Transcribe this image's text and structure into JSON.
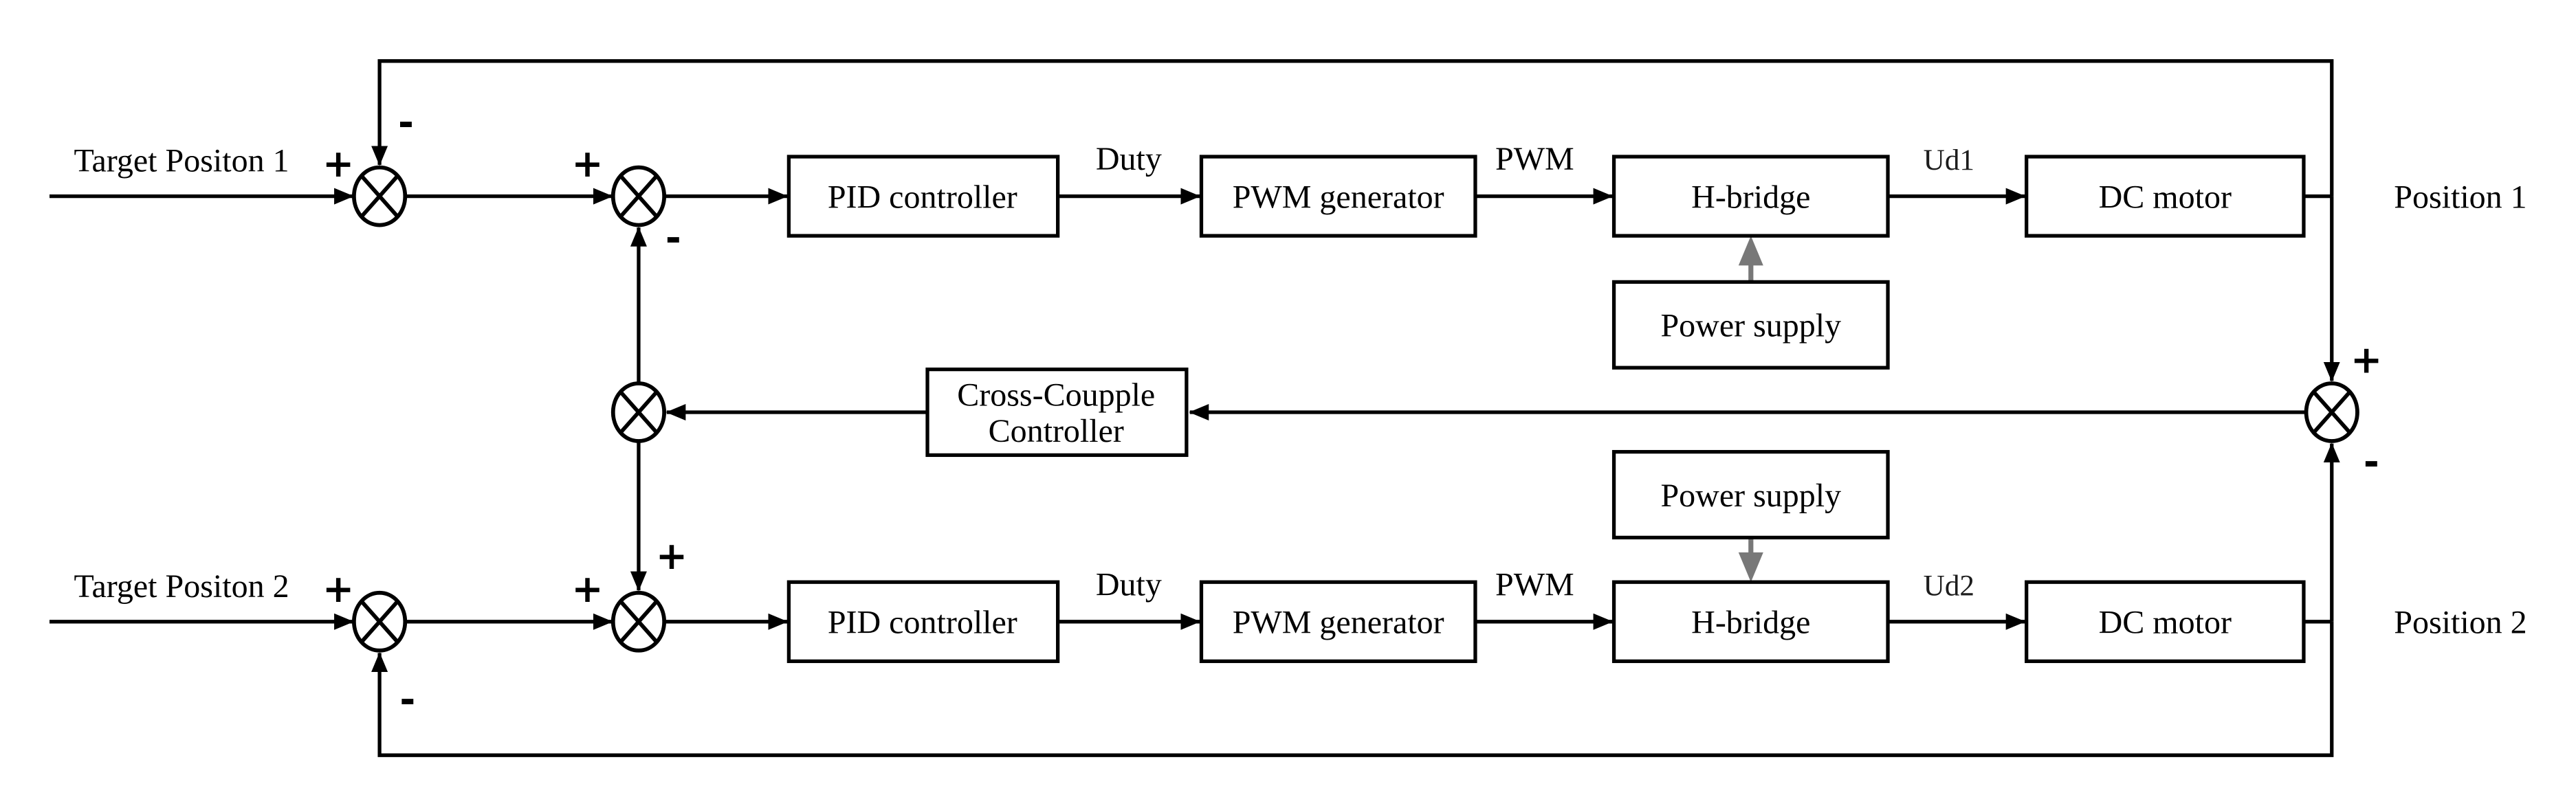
{
  "diagram": {
    "colors": {
      "line": "#000000",
      "background": "#ffffff",
      "power_arrow": "#787878"
    },
    "signs": {
      "plus": "+",
      "minus": "-"
    },
    "channel1": {
      "input_label": "Target Positon 1",
      "output_label": "Position 1",
      "duty_label": "Duty",
      "pwm_label": "PWM",
      "voltage_label": "Ud1",
      "blocks": {
        "pid": "PID controller",
        "pwm_generator": "PWM generator",
        "h_bridge": "H-bridge",
        "dc_motor": "DC motor",
        "power_supply": "Power supply"
      }
    },
    "channel2": {
      "input_label": "Target Positon 2",
      "output_label": "Position 2",
      "duty_label": "Duty",
      "pwm_label": "PWM",
      "voltage_label": "Ud2",
      "blocks": {
        "pid": "PID controller",
        "pwm_generator": "PWM generator",
        "h_bridge": "H-bridge",
        "dc_motor": "DC motor",
        "power_supply": "Power supply"
      }
    },
    "cross_coupling": {
      "line1": "Cross-Coupple",
      "line2": "Controller"
    }
  }
}
